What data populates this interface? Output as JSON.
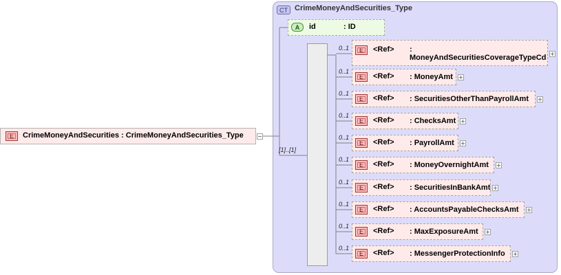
{
  "root": {
    "badge": "E",
    "label": "CrimeMoneyAndSecurities : CrimeMoneyAndSecurities_Type"
  },
  "complex_type": {
    "badge": "CT",
    "title": "CrimeMoneyAndSecurities_Type"
  },
  "attribute": {
    "badge": "A",
    "name": "id",
    "type": ": ID"
  },
  "sequence": {
    "multiplicity": "[1]..[1]"
  },
  "elements": [
    {
      "badge": "E",
      "multiplicity": "0..1",
      "ref": "<Ref>",
      "name": ": MoneyAndSecuritiesCoverageTypeCd"
    },
    {
      "badge": "E",
      "multiplicity": "0..1",
      "ref": "<Ref>",
      "name": ": MoneyAmt"
    },
    {
      "badge": "E",
      "multiplicity": "0..1",
      "ref": "<Ref>",
      "name": ": SecuritiesOtherThanPayrollAmt"
    },
    {
      "badge": "E",
      "multiplicity": "0..1",
      "ref": "<Ref>",
      "name": ": ChecksAmt"
    },
    {
      "badge": "E",
      "multiplicity": "0..1",
      "ref": "<Ref>",
      "name": ": PayrollAmt"
    },
    {
      "badge": "E",
      "multiplicity": "0..1",
      "ref": "<Ref>",
      "name": ": MoneyOvernightAmt"
    },
    {
      "badge": "E",
      "multiplicity": "0..1",
      "ref": "<Ref>",
      "name": ": SecuritiesInBankAmt"
    },
    {
      "badge": "E",
      "multiplicity": "0..1",
      "ref": "<Ref>",
      "name": ": AccountsPayableChecksAmt"
    },
    {
      "badge": "E",
      "multiplicity": "0..1",
      "ref": "<Ref>",
      "name": ": MaxExposureAmt"
    },
    {
      "badge": "E",
      "multiplicity": "0..1",
      "ref": "<Ref>",
      "name": ": MessengerProtectionInfo"
    }
  ],
  "icons": {
    "root_collapse": "minus-icon",
    "element_expand": "plus-icon",
    "sequence": "sequence-icon"
  }
}
